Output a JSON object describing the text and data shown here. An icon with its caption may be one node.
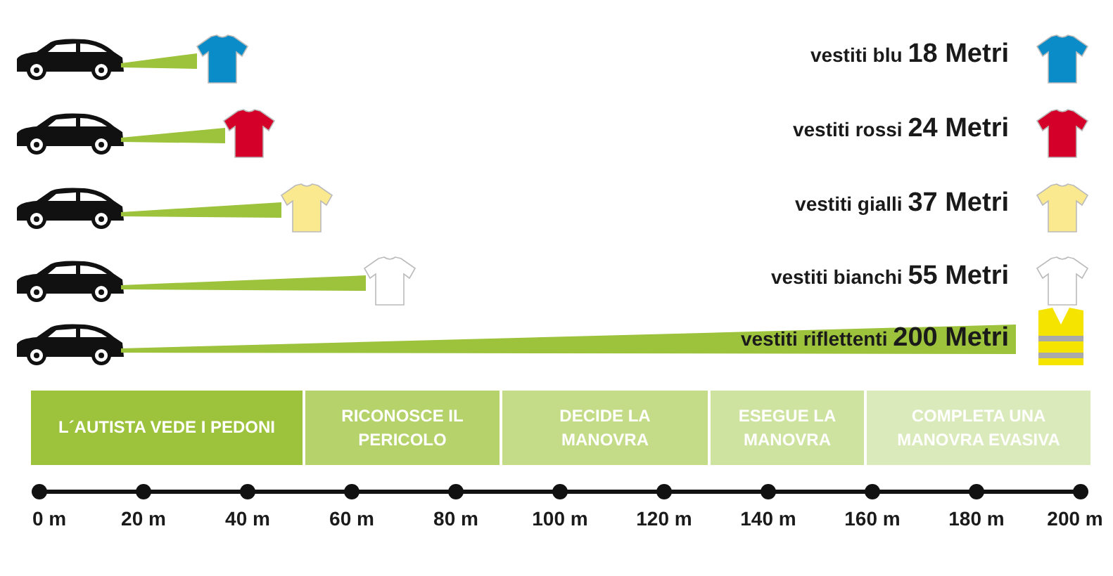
{
  "diagram": {
    "nodes": [
      {
        "text": [
          "L´AUTISTA VEDE I PEDONI"
        ]
      },
      {
        "text": [
          "RICONOSCE IL PERICOLO"
        ]
      },
      {
        "text": [
          "DECIDE LA MANOVRA"
        ]
      },
      {
        "text": [
          "ESEGUE LA MANOVRA"
        ]
      },
      {
        "text": [
          "COMPLETA UNA MANOVRA EVASIVA"
        ]
      }
    ],
    "labels": [
      "vestiti blu **18 Metri**",
      "vestiti rossi **24 Metri**",
      "vestiti gialli **37 Metri**",
      "vestiti bianchi **55 Metri**",
      "vestiti riflettenti **200 Metri**",
      "0 m",
      "20 m",
      "40 m",
      "60 m",
      "80 m",
      "100 m",
      "120 m",
      "140 m",
      "160 m",
      "180 m",
      "200 m"
    ]
  }
}
